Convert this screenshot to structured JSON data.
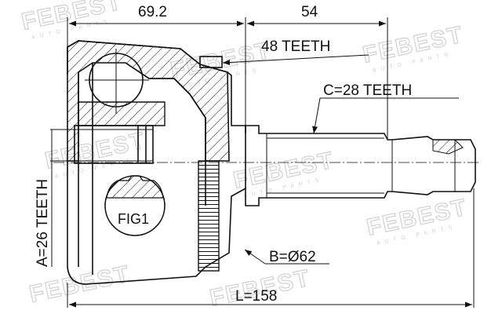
{
  "watermark": {
    "brand": "FEBEST",
    "subtitle": "AUTO PARTS"
  },
  "dimensions": {
    "top_left": "69.2",
    "top_right": "54",
    "total_length": "L=158"
  },
  "callouts": {
    "outer_teeth": "48 TEETH",
    "spline_c": "C=28 TEETH",
    "diameter_b": "B=Ø62",
    "spline_a": "A=26 TEETH",
    "figure": "FIG1"
  }
}
